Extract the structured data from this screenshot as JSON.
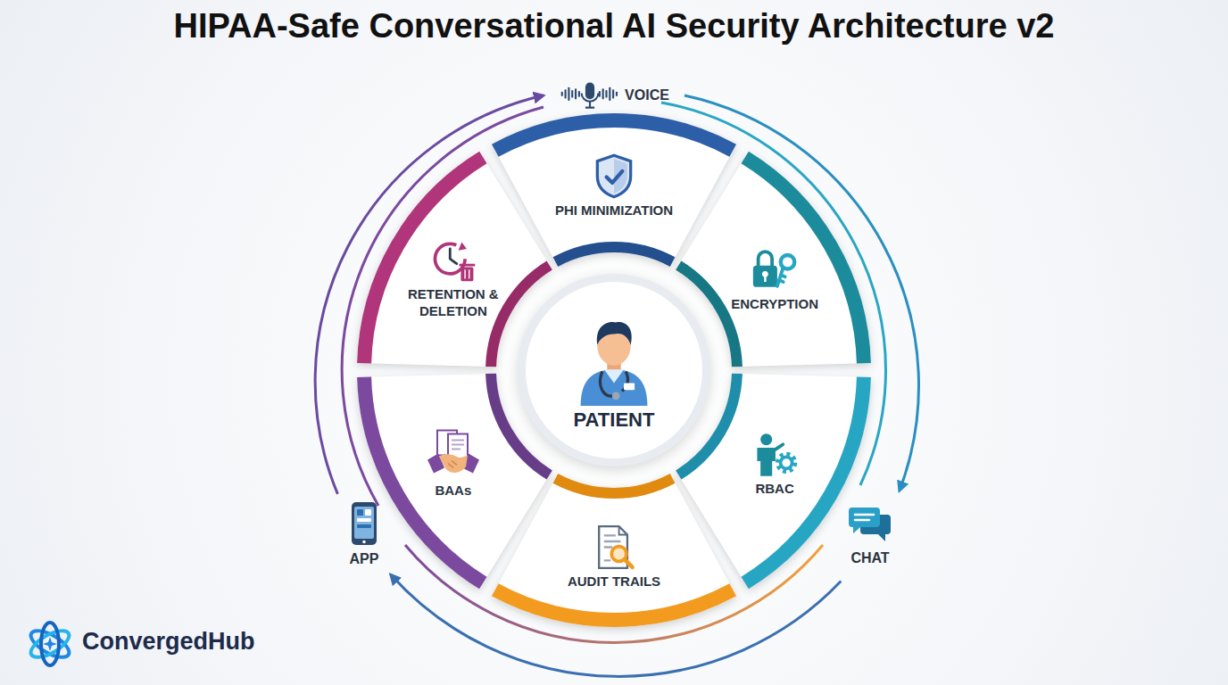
{
  "diagram": {
    "title": "HIPAA-Safe Conversational AI Security Architecture v2",
    "nodes": [
      {
        "text": [
          "VOICE"
        ]
      },
      {
        "text": [
          "PHI MINIMIZATION"
        ]
      },
      {
        "text": [
          "ENCRYPTION"
        ]
      },
      {
        "text": [
          "RBAC"
        ]
      },
      {
        "text": [
          "AUDIT TRAILS"
        ]
      },
      {
        "text": [
          "BAAs"
        ]
      },
      {
        "text": [
          "RETENTION & DELETION"
        ]
      },
      {
        "text": [
          "PATIENT"
        ]
      },
      {
        "text": [
          "CHAT"
        ]
      },
      {
        "text": [
          "APP"
        ]
      }
    ],
    "edges": [
      {
        "from": 0,
        "to": 8,
        "arrow": "to"
      },
      {
        "from": 8,
        "to": 9,
        "arrow": "to"
      },
      {
        "from": 9,
        "to": 0,
        "arrow": "to"
      }
    ],
    "labels": [
      "ConvergedHub"
    ]
  }
}
